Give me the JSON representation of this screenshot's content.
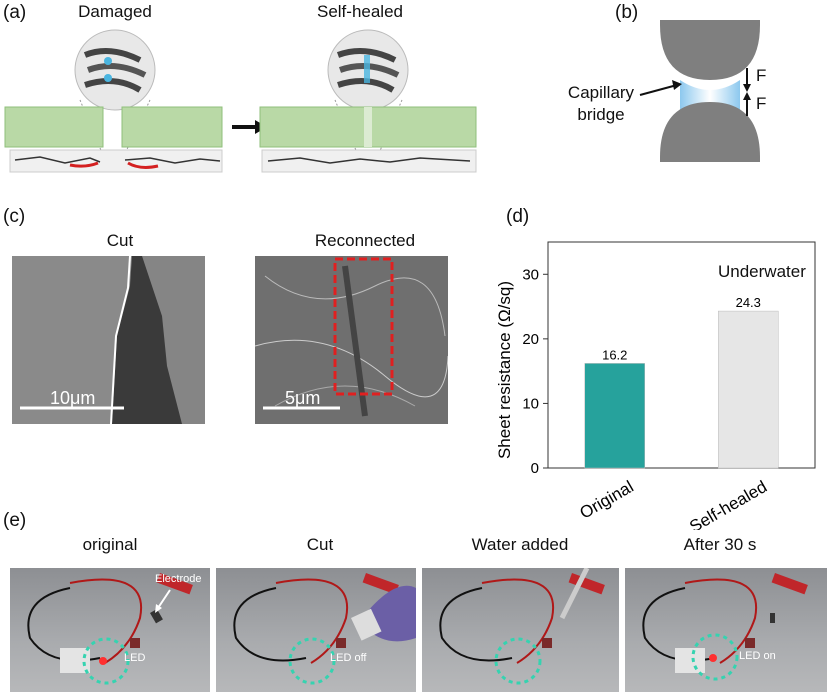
{
  "panel_a": {
    "label": "(a)",
    "damaged_title": "Damaged",
    "healed_title": "Self-healed"
  },
  "panel_b": {
    "label": "(b)",
    "bridge_label_line1": "Capillary",
    "bridge_label_line2": "bridge",
    "force_top": "F",
    "force_bottom": "F"
  },
  "panel_c": {
    "label": "(c)",
    "cut_title": "Cut",
    "reconnected_title": "Reconnected",
    "cut_scale": "10μm",
    "reconnected_scale": "5μm"
  },
  "panel_d": {
    "label": "(d)",
    "annotation": "Underwater"
  },
  "chart_data": {
    "type": "bar",
    "categories": [
      "Original",
      "Self-healed"
    ],
    "values": [
      16.2,
      24.3
    ],
    "value_labels": [
      "16.2",
      "24.3"
    ],
    "ylabel": "Sheet resistance (Ω/sq)",
    "ylim": [
      0,
      35
    ],
    "yticks": [
      0,
      10,
      20,
      30
    ],
    "bar_colors": [
      "#26a29c",
      "#e6e6e6"
    ],
    "grid": false
  },
  "panel_e": {
    "label": "(e)",
    "titles": [
      "original",
      "Cut",
      "Water added",
      "After 30 s"
    ],
    "electrode_label": "Electrode",
    "led_labels": [
      "LED",
      "LED off",
      "",
      "LED on"
    ]
  }
}
